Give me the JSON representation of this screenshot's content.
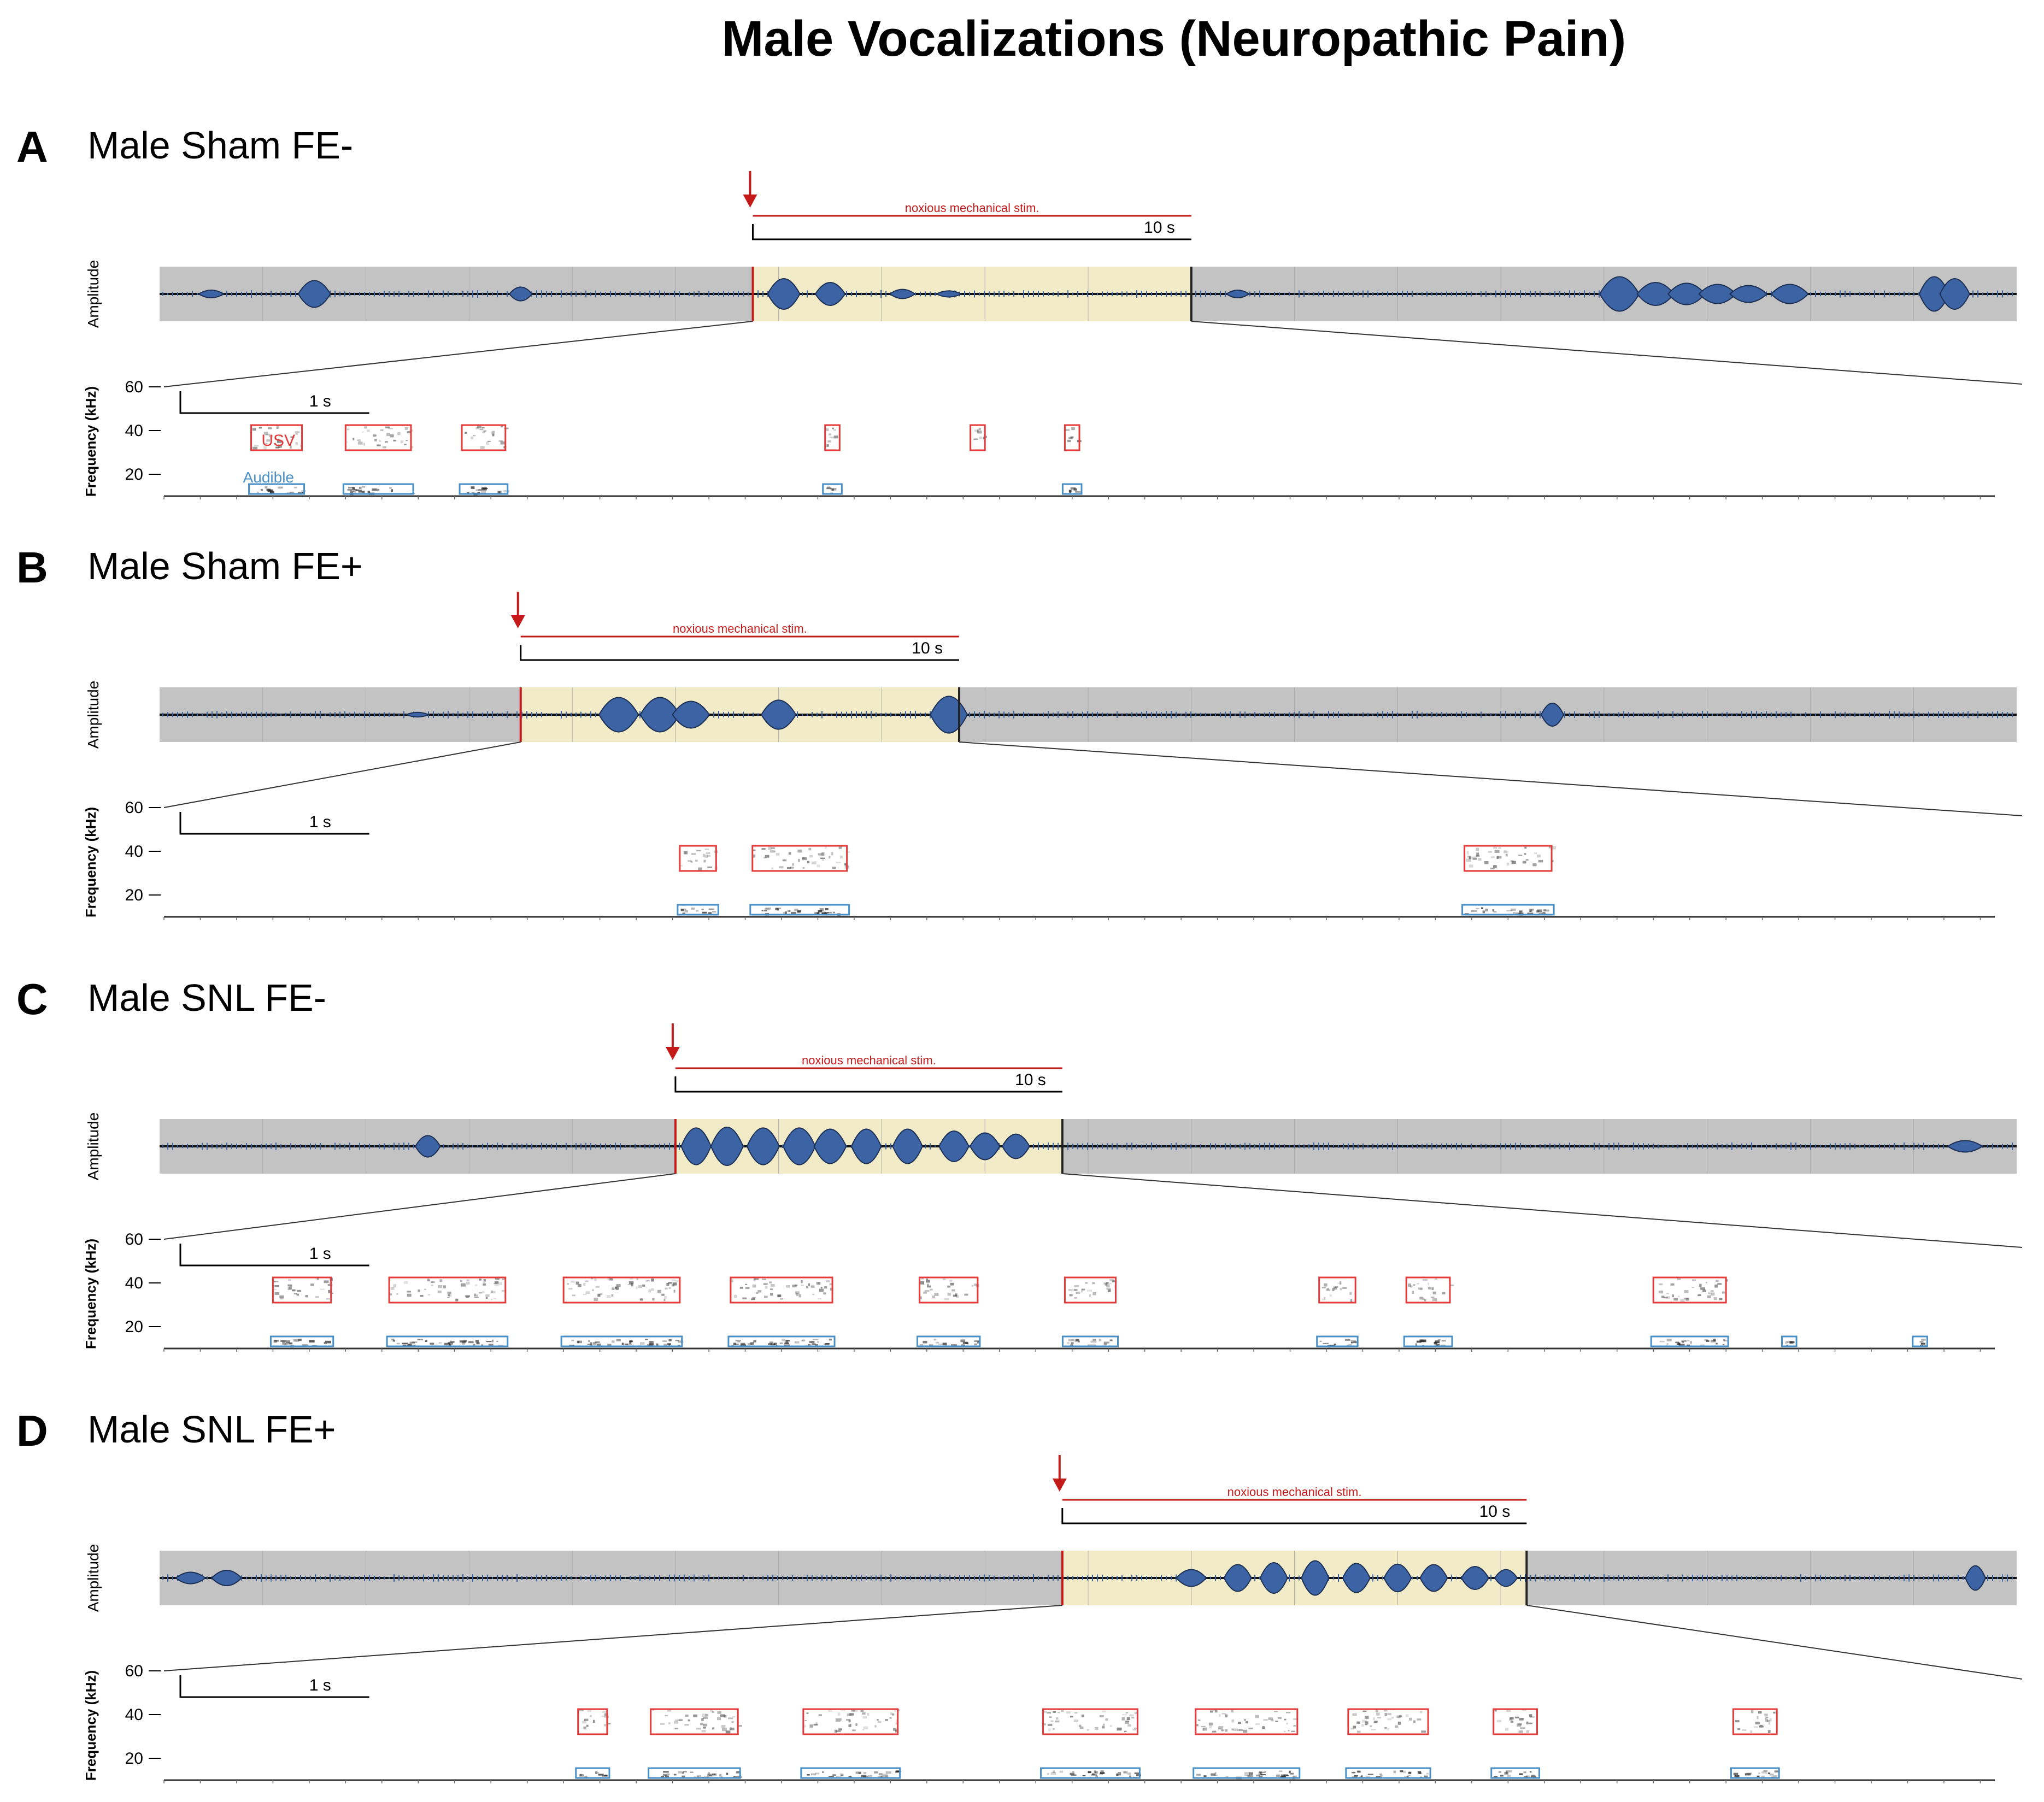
{
  "figure": {
    "title": "Male Vocalizations (Neuropathic Pain)",
    "colors": {
      "amp_bg": "#c3c3c3",
      "stim_bg": "#f1ebc8",
      "waveform": "#3c64a4",
      "stim_marker": "#c41a1a",
      "usv_box": "#e53a3a",
      "audible_box": "#4a90c8",
      "spectrogram": "#4a4a4a"
    },
    "labels": {
      "amplitude_axis": "Amplitude",
      "frequency_axis": "Frequency (kHz)",
      "stim_label": "noxious mechanical stim.",
      "stim_scale": "10 s",
      "spec_scale": "1 s",
      "usv_legend": "USV",
      "audible_legend": "Audible",
      "yticks": [
        "60",
        "40",
        "20"
      ]
    },
    "panels": [
      {
        "letter": "A",
        "name": "Male Sham FE-",
        "stim_start_s": 11.5,
        "stim_end_s": 20,
        "usv_calls": [
          {
            "start_s": 0.6,
            "end_s": 0.95,
            "kind": "both"
          },
          {
            "start_s": 1.25,
            "end_s": 1.7,
            "kind": "both"
          },
          {
            "start_s": 2.05,
            "end_s": 2.35,
            "kind": "both"
          },
          {
            "start_s": 4.55,
            "end_s": 4.65,
            "kind": "both"
          },
          {
            "start_s": 5.55,
            "end_s": 5.65,
            "kind": "usv"
          },
          {
            "start_s": 6.2,
            "end_s": 6.3,
            "kind": "both"
          }
        ],
        "show_legend": true
      },
      {
        "letter": "B",
        "name": "Male Sham FE+",
        "stim_start_s": 7,
        "stim_end_s": 15.5,
        "usv_calls": [
          {
            "start_s": 3.55,
            "end_s": 3.8,
            "kind": "both"
          },
          {
            "start_s": 4.05,
            "end_s": 4.7,
            "kind": "both"
          },
          {
            "start_s": 8.95,
            "end_s": 9.55,
            "kind": "both"
          }
        ],
        "show_legend": false
      },
      {
        "letter": "C",
        "name": "Male SNL FE-",
        "stim_start_s": 10,
        "stim_end_s": 17.5,
        "usv_calls": [
          {
            "start_s": 0.75,
            "end_s": 1.15,
            "kind": "both"
          },
          {
            "start_s": 1.55,
            "end_s": 2.35,
            "kind": "both"
          },
          {
            "start_s": 2.75,
            "end_s": 3.55,
            "kind": "both"
          },
          {
            "start_s": 3.9,
            "end_s": 4.6,
            "kind": "both"
          },
          {
            "start_s": 5.2,
            "end_s": 5.6,
            "kind": "both"
          },
          {
            "start_s": 6.2,
            "end_s": 6.55,
            "kind": "both"
          },
          {
            "start_s": 7.95,
            "end_s": 8.2,
            "kind": "both"
          },
          {
            "start_s": 8.55,
            "end_s": 8.85,
            "kind": "both"
          },
          {
            "start_s": 10.25,
            "end_s": 10.75,
            "kind": "both"
          },
          {
            "start_s": 11.15,
            "end_s": 11.22,
            "kind": "audible"
          },
          {
            "start_s": 12.05,
            "end_s": 12.12,
            "kind": "audible"
          }
        ],
        "show_legend": false
      },
      {
        "letter": "D",
        "name": "Male SNL FE+",
        "stim_start_s": 17.5,
        "stim_end_s": 26.5,
        "usv_calls": [
          {
            "start_s": 2.85,
            "end_s": 3.05,
            "kind": "both"
          },
          {
            "start_s": 3.35,
            "end_s": 3.95,
            "kind": "both"
          },
          {
            "start_s": 4.4,
            "end_s": 5.05,
            "kind": "both"
          },
          {
            "start_s": 6.05,
            "end_s": 6.7,
            "kind": "both"
          },
          {
            "start_s": 7.1,
            "end_s": 7.8,
            "kind": "both"
          },
          {
            "start_s": 8.15,
            "end_s": 8.7,
            "kind": "both"
          },
          {
            "start_s": 9.15,
            "end_s": 9.45,
            "kind": "both"
          },
          {
            "start_s": 10.8,
            "end_s": 11.1,
            "kind": "both"
          }
        ],
        "show_legend": false
      }
    ]
  }
}
